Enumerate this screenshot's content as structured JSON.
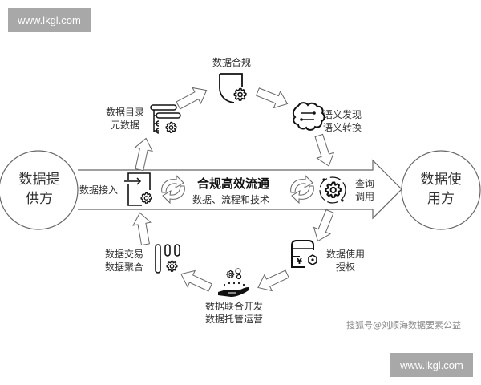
{
  "watermarks": {
    "top_left": "www.lkgl.com",
    "bottom_right": "www.lkgl.com"
  },
  "nodes": {
    "provider": {
      "line1": "数据提",
      "line2": "供方"
    },
    "consumer": {
      "line1": "数据使",
      "line2": "用方"
    }
  },
  "main_arrow": {
    "title": "合规高效流通",
    "subtitle": "数据、流程和技术"
  },
  "steps": {
    "ingest": {
      "label": "数据接入",
      "icon": "import-gear-icon"
    },
    "catalog": {
      "line1": "数据目录",
      "line2": "元数据",
      "icon": "catalog-tree-gear-icon"
    },
    "compliance": {
      "label": "数据合规",
      "icon": "shield-gear-icon"
    },
    "semantic": {
      "line1": "语义发现",
      "line2": "语义转换",
      "icon": "semantic-gear-icon"
    },
    "query": {
      "line1": "查询",
      "line2": "调用",
      "icon": "gear-circle-icon"
    },
    "authorization": {
      "line1": "数据使用",
      "line2": "授权",
      "icon": "yen-card-icon"
    },
    "development": {
      "line1": "数据联合开发",
      "line2": "数据托管运营",
      "icon": "hand-gears-icon"
    },
    "trade": {
      "line1": "数据交易",
      "line2": "数据聚合",
      "icon": "bars-gear-icon"
    }
  },
  "credit": "搜狐号@刘顺海数据要素公益",
  "colors": {
    "outline": "#555555",
    "icon": "#111111",
    "watermark_bg": "#a8a8a8",
    "text": "#333333"
  }
}
